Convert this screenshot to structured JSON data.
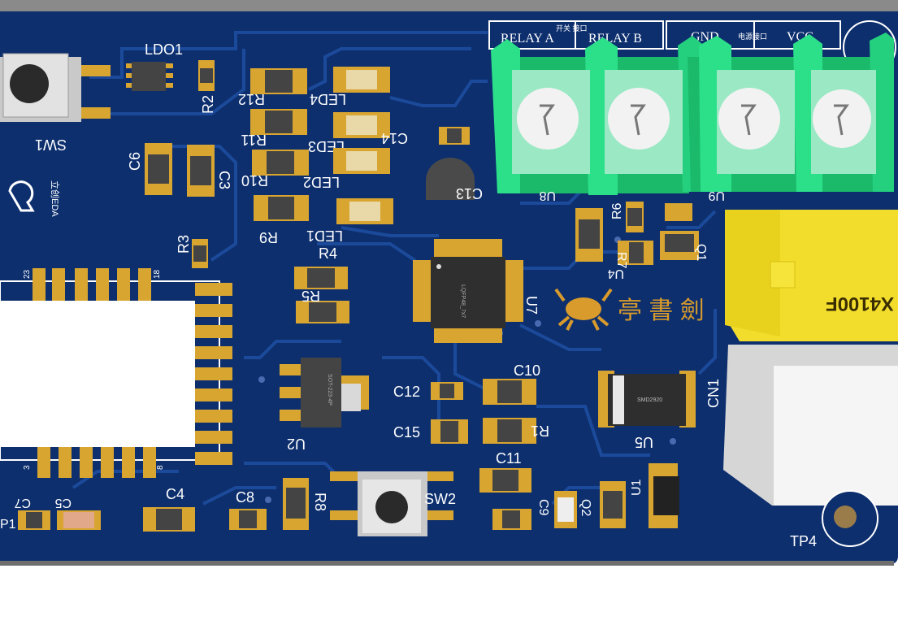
{
  "labels": {
    "sw1": "SW1",
    "ldo1": "LDO1",
    "r2": "R2",
    "c6": "C6",
    "c3": "C3",
    "r3": "R3",
    "r12": "R12",
    "r11": "R11",
    "r10": "R10",
    "r9": "R9",
    "led4": "LED4",
    "led3": "LED3",
    "led2": "LED2",
    "led1": "LED1",
    "c14": "C14",
    "c13": "C13",
    "u8": "U8",
    "u9": "U9",
    "r6": "R6",
    "r7": "R7",
    "q1": "Q1",
    "u4": "U4",
    "r4": "R4",
    "r5": "R5",
    "u7": "U7",
    "u7_marking": "LQFP48_7x7",
    "u2": "U2",
    "u2_marking": "SOT-223-4P",
    "c12": "C12",
    "c10": "C10",
    "c15": "C15",
    "r1": "R1",
    "c11": "C11",
    "c9": "C9",
    "q2": "Q2",
    "u1": "U1",
    "u5": "U5",
    "u5_marking": "SMD2920",
    "cn1": "CN1",
    "c7": "C7",
    "c5": "C5",
    "c4": "C4",
    "c8": "C8",
    "r8": "R8",
    "sw2": "SW2",
    "tp4": "TP4",
    "tp1": "P1",
    "pin23": "23",
    "pin18": "18",
    "pin3": "3",
    "pin8": "8",
    "relay_a": "RELAY  A",
    "relay_b": "RELAY  B",
    "switch_port": "开关  接口",
    "gnd": "GND",
    "vcc": "VCC",
    "power_port": "电源接口",
    "relay_model": "X4100F",
    "logo_text": "立创EDA"
  },
  "colors": {
    "board": "#0d2f6e",
    "board_edge": "#7a7a7a",
    "copper_trace": "#1c4a9a",
    "pad": "#d8a531",
    "terminal_green": "#22cc77",
    "relay_yellow": "#f2dd2c",
    "connector_white": "#eeeeee",
    "silkscreen": "#ffffff"
  }
}
